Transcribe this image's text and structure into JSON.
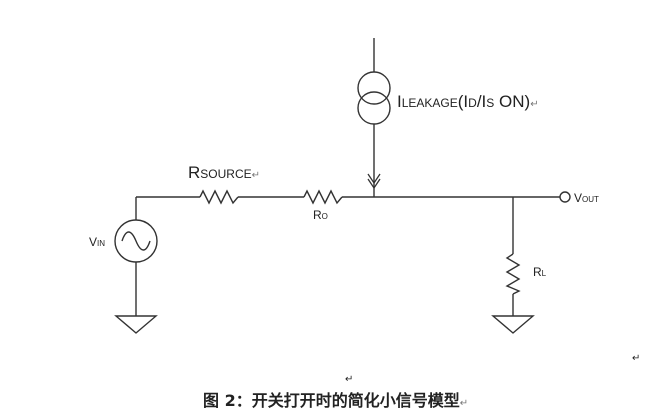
{
  "labels": {
    "ileakage_main": "I",
    "ileakage_sub": "LEAKAGE",
    "ileakage_paren_open": "(I",
    "ileakage_d": "D",
    "ileakage_slash": "/I",
    "ileakage_s": "S",
    "ileakage_on": " ON)",
    "rsource_main": "R",
    "rsource_sub": "SOURCE",
    "ro_main": "R",
    "ro_sub": "O",
    "vout_main": "V",
    "vout_sub": "OUT",
    "vin_main": "V",
    "vin_sub": "IN",
    "rl_main": "R",
    "rl_sub": "L"
  },
  "marks": {
    "return_symbol": "↵"
  },
  "caption": {
    "text": "图 2：开关打开时的简化小信号模型"
  }
}
